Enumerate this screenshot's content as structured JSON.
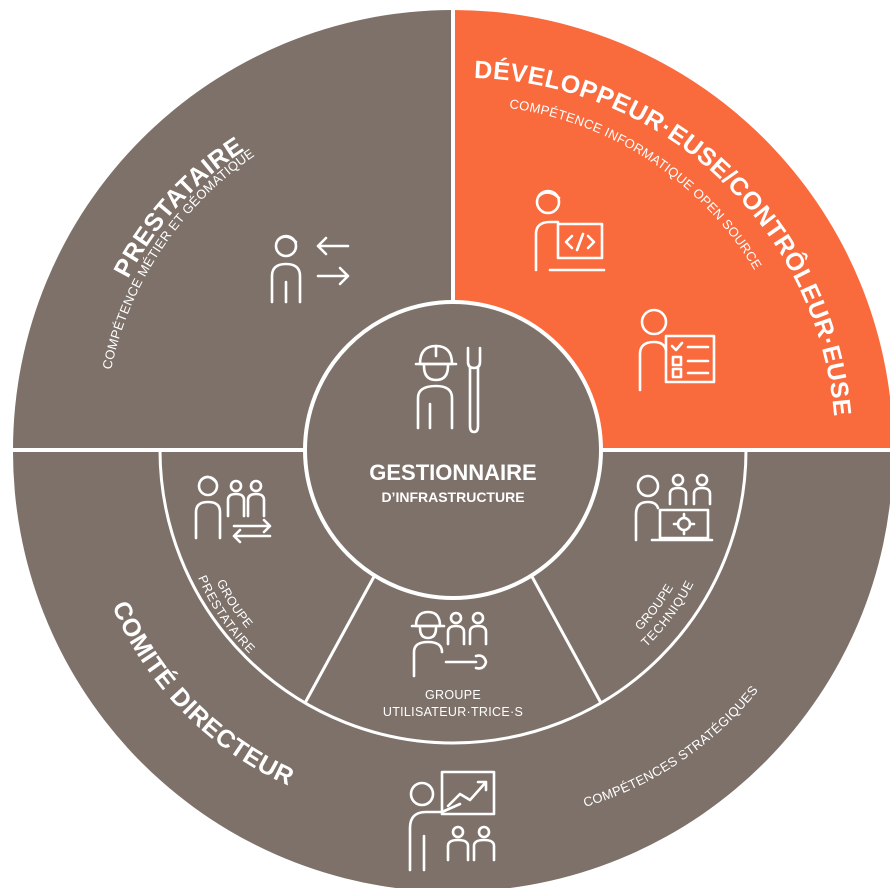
{
  "colors": {
    "gray": "#7d716a",
    "orange": "#f96a3d",
    "white": "#ffffff"
  },
  "sectors": {
    "prestataire": {
      "title": "PRESTATAIRE",
      "subtitle": "COMPÉTENCE MÉTIER ET GÉOMATIQUE",
      "icons": [
        "person-exchange-icon"
      ]
    },
    "developpeur": {
      "title": "DÉVELOPPEUR·EUSE/CONTRÔLEUR·EUSE",
      "subtitle": "COMPÉTENCE INFORMATIQUE OPEN SOURCE",
      "icons": [
        "developer-laptop-icon",
        "reviewer-checklist-icon"
      ]
    },
    "comite": {
      "title": "COMITÉ DIRECTEUR",
      "subtitle": "COMPÉTENCES STRATÉGIQUES",
      "icons": [
        "presentation-board-icon"
      ]
    }
  },
  "groups": {
    "prestataire": {
      "line1": "GROUPE",
      "line2": "PRESTATAIRE",
      "icons": [
        "group-exchange-icon"
      ]
    },
    "utilisateur": {
      "line1": "GROUPE",
      "line2": "UTILISATEUR·TRICE·S",
      "icons": [
        "group-tools-icon"
      ]
    },
    "technique": {
      "line1": "GROUPE",
      "line2": "TECHNIQUE",
      "icons": [
        "group-settings-laptop-icon"
      ]
    }
  },
  "center": {
    "title": "GESTIONNAIRE",
    "subtitle": "D’INFRASTRUCTURE",
    "icons": [
      "worker-wrench-icon"
    ]
  }
}
